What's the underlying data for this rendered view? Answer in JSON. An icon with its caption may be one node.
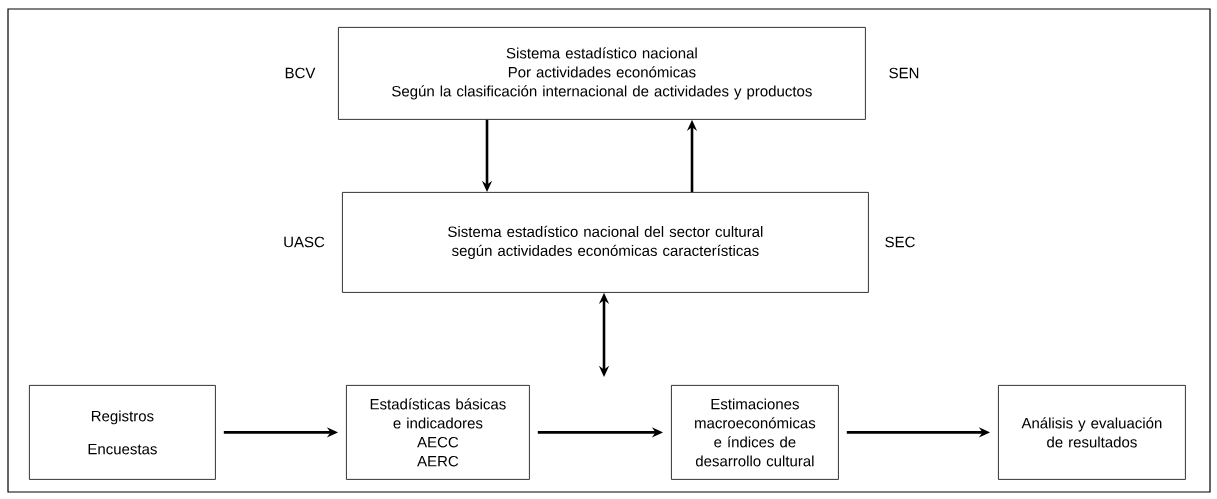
{
  "diagram": {
    "nodes": [
      {
        "text": [
          "Sistema estadístico nacional",
          "Por actividades económicas",
          "Según la clasificación internacional de actividades y productos"
        ],
        "beside": [
          "BCV",
          "SEN"
        ]
      },
      {
        "text": [
          "Sistema estadístico nacional del sector cultural según actividades económicas características"
        ],
        "beside": [
          "UASC",
          "SEC"
        ]
      },
      {
        "text": [
          "Registros",
          "Encuestas"
        ]
      },
      {
        "text": [
          "Estadísticas básicas e indicadores",
          "AECC",
          "AERC"
        ]
      },
      {
        "text": [
          "Estimaciones macroeconómicas e índices de desarrollo cultural"
        ]
      },
      {
        "text": [
          "Análisis y evaluación de resultados"
        ]
      }
    ],
    "edges": [
      {
        "from": 0,
        "to": 1,
        "arrow": "to"
      },
      {
        "from": 1,
        "to": 0,
        "arrow": "to"
      },
      {
        "from": 1,
        "to": null,
        "arrow": "both"
      },
      {
        "from": 2,
        "to": 3,
        "arrow": "to"
      },
      {
        "from": 3,
        "to": 4,
        "arrow": "to"
      },
      {
        "from": 4,
        "to": 5,
        "arrow": "to"
      }
    ]
  }
}
